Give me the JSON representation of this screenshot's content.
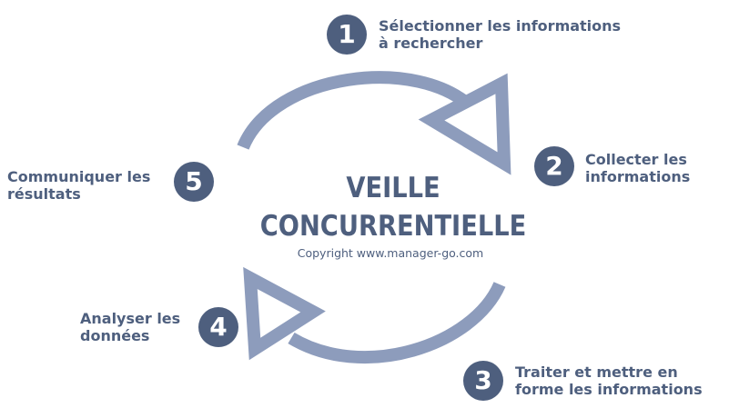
{
  "colors": {
    "badge": "#4e5f7e",
    "text": "#4e5f7e",
    "arrow": "#8d9cbc",
    "background": "#ffffff"
  },
  "center": {
    "title_line1": "VEILLE",
    "title_line2": "CONCURRENTIELLE",
    "copyright": "Copyright www.manager-go.com"
  },
  "steps": [
    {
      "number": "1",
      "line1": "Sélectionner les informations",
      "line2": "à rechercher"
    },
    {
      "number": "2",
      "line1": "Collecter les",
      "line2": "informations"
    },
    {
      "number": "3",
      "line1": "Traiter et mettre en",
      "line2": "forme les informations"
    },
    {
      "number": "4",
      "line1": "Analyser les",
      "line2": "données"
    },
    {
      "number": "5",
      "line1": "Communiquer les",
      "line2": "résultats"
    }
  ]
}
